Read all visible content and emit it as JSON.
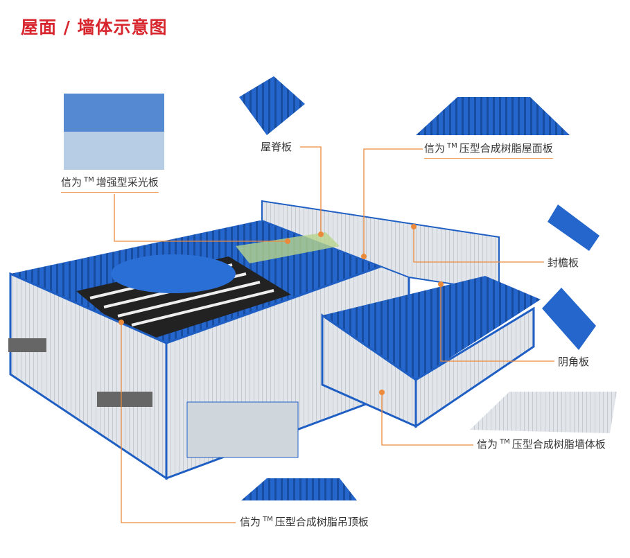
{
  "title": "屋面 / 墙体示意图",
  "labels": {
    "ridge": "屋脊板",
    "roof_panel": {
      "brand": "信为",
      "tm": "TM",
      "name": "压型合成树脂屋面板"
    },
    "skylight": {
      "brand": "信为",
      "tm": "TM",
      "name": "增强型采光板"
    },
    "eave": "封檐板",
    "inner_corner": "阴角板",
    "wall_panel": {
      "brand": "信为",
      "tm": "TM",
      "name": "压型合成树脂墙体板"
    },
    "ceiling_panel": {
      "brand": "信为",
      "tm": "TM",
      "name": "压型合成树脂吊顶板"
    }
  },
  "colors": {
    "title": "#d7262e",
    "leader": "#ec8a3c",
    "roof": "#1f5fc4",
    "wall": "#dfe3e8"
  }
}
